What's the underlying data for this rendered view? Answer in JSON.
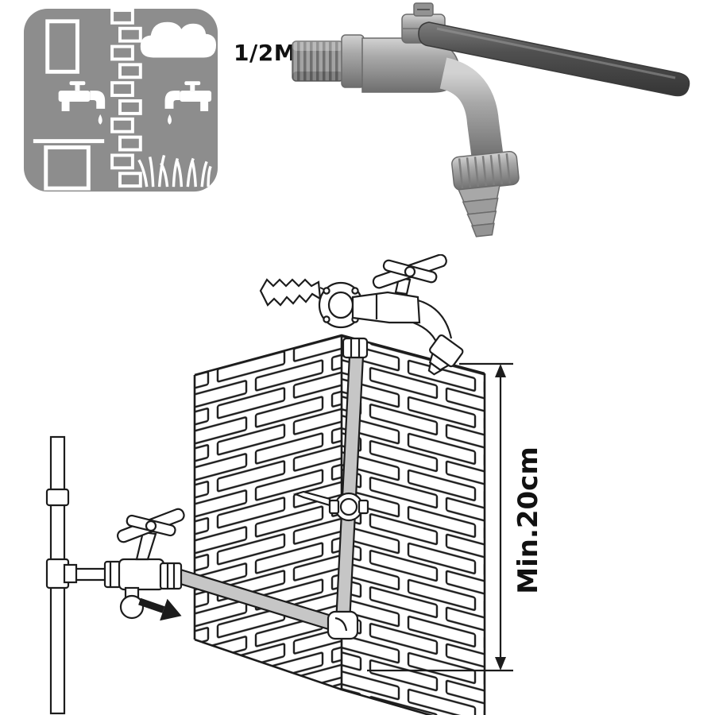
{
  "product": {
    "thread_size_label": "1/2M",
    "photo_name": "lever-garden-tap-photo"
  },
  "diagram": {
    "min_distance_label": "Min.20cm"
  },
  "pictogram": {
    "name": "indoor-outdoor-garden-tap-pictogram",
    "background_color": "#8d8d8d",
    "foreground_color": "#ffffff"
  },
  "colors": {
    "line_art": "#1c1c1c",
    "pipe_fill": "#c6c6c6",
    "lever_dark": "#4a4a4a",
    "metal_gray": "#a8a8a8",
    "background": "#ffffff"
  }
}
